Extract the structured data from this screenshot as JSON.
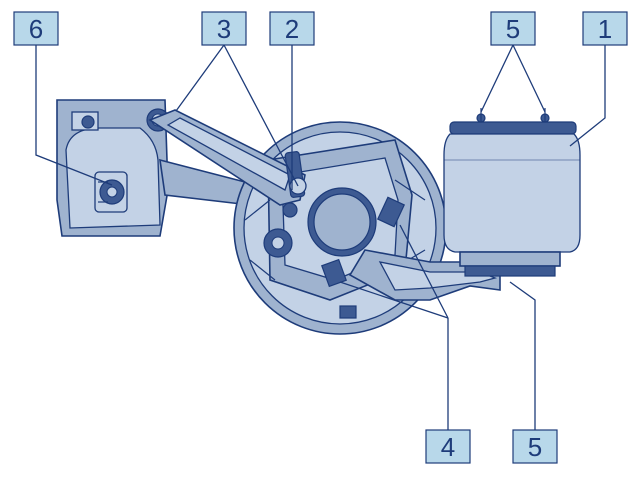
{
  "diagram": {
    "callouts": [
      {
        "id": "callout-6-top",
        "label": "6"
      },
      {
        "id": "callout-3-top",
        "label": "3"
      },
      {
        "id": "callout-2-top",
        "label": "2"
      },
      {
        "id": "callout-5-top",
        "label": "5"
      },
      {
        "id": "callout-1-top",
        "label": "1"
      },
      {
        "id": "callout-4-bottom",
        "label": "4"
      },
      {
        "id": "callout-5-bottom",
        "label": "5"
      }
    ]
  },
  "colors": {
    "outline": "#1e3c7a",
    "callout_fill": "#b8d8ea",
    "body": "#9fb3cf",
    "highlight": "#c3d2e6"
  }
}
